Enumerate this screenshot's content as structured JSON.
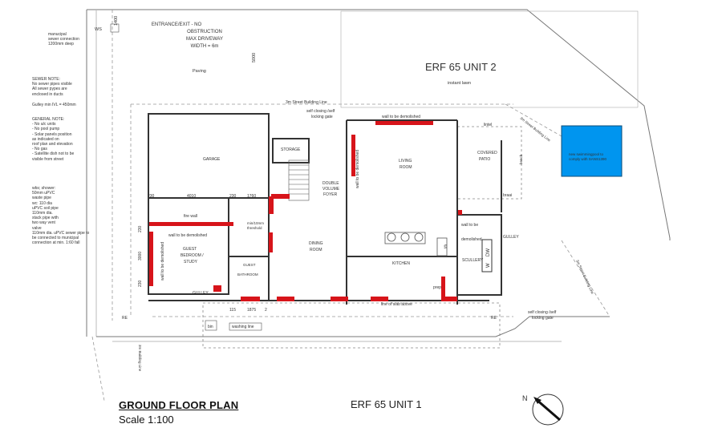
{
  "notes": {
    "sewer_connection": "manucipal\nsewer connection\n1200mm deep",
    "sewer_note": "SEWER NOTE:\nNo sewer pipes visible\nAll sewer pypes are\nenclosed in ducts",
    "gulley": "Gulley min IVL = 450mm",
    "general_note": "GENERAL NOTE:\n- No a/c units\n- No pool pump\n- Solar panels position\nas indicated on\nroof plan and elevation\n- No gas\n- Satellite dish not to be\nvisible from street",
    "plumbing": "wbs; shower:\n50mm uPVC\nwaste pipe\nwc: 110 dia\nuPVC soil pipe\n110mm dia.\nstack pipe with\ntwo way vent\nvalve\n110mm dia. uPVC sewer pipe to\nbe connected to municipal\nconnection at min. 1:60 fall"
  },
  "labels": {
    "entrance": [
      "ENTRANCE/EXIT - NO",
      "OBSTRUCTION",
      "MAX DRIVEWAY",
      "WIDTH = 6m"
    ],
    "paving": "Paving",
    "dim_5000": "5000",
    "ws": "WS",
    "dim_1400": "1400",
    "erf_unit2": "ERF 65 UNIT 2",
    "instant_lawn": "instant lawn",
    "building_line_top": "3m Street Building Line",
    "self_closing_top": [
      "self closing /self",
      "locking gate"
    ],
    "wall_demolished_top": "wall to be demolished",
    "lintel": "lintel",
    "storage": "STORAGE",
    "garage": "GARAGE",
    "wall_demolished_vertical": "wall to be demolished",
    "living_room": [
      "LIVING",
      "ROOM"
    ],
    "covered_patio": [
      "COVERED",
      "PATIO"
    ],
    "bench": "bench",
    "pool": [
      "new swimmingpool to",
      "comply with SANS1390"
    ],
    "building_line_right": "3m Street Building Line",
    "dim_4010": "4010",
    "dim_230a": "230",
    "dim_230b": "230",
    "dim_1760": "1760",
    "double_volume": [
      "DOUBLE",
      "VOLUME",
      "FOYER"
    ],
    "braai": "braai",
    "fire_wall": "fire wall",
    "min_threshold": [
      "min/10mm",
      "threshold"
    ],
    "wall_demolished_left": "wall to be demolished",
    "wall_demolished_right": [
      "wall to be",
      "demolished"
    ],
    "gulley_right": "GULLEY",
    "dining_room": [
      "DINING",
      "ROOM"
    ],
    "dw": "DW",
    "w": "W",
    "f_fr": "f/fr",
    "guest_room": [
      "GUEST",
      "BEDROOM /",
      "STUDY"
    ],
    "wall_demolished_guest": "wall to be demolished",
    "scullery": "SCULLERY",
    "guest_bath": [
      "GUEST",
      "BATHROOM"
    ],
    "kitchen": "KITCHEN",
    "prep": "prep",
    "gulley_left": "GULLEY",
    "line_of_slab": "line of slab above",
    "dims_bottom": [
      "115",
      "1875",
      "2"
    ],
    "bin": "bin",
    "washing_line": "washing line",
    "re_left": "RE",
    "re_right": "RE",
    "self_closing_right": [
      "self closing /self",
      "locking gate"
    ],
    "building_line_bottom": "3m Building Line",
    "building_line_diag": "3m Street Building Line",
    "dim_3000": "3000",
    "dim_230c": "230",
    "dim_230d": "230"
  },
  "title": {
    "main": "GROUND FLOOR PLAN",
    "scale": "Scale 1:100",
    "unit1": "ERF 65 UNIT 1"
  },
  "north": "N",
  "colors": {
    "demolish": "#d7141a",
    "pool": "#0095ef",
    "wall": "#333333",
    "line": "#888888"
  }
}
